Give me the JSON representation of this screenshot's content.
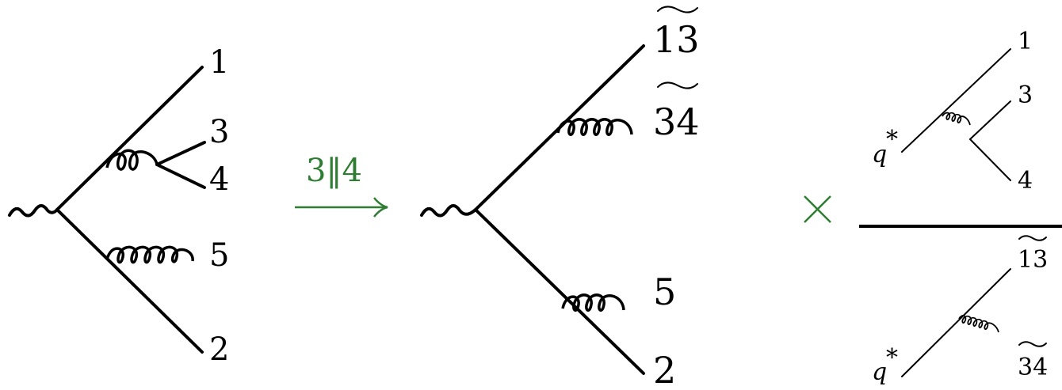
{
  "left_diagram": {
    "labels": [
      "1",
      "3",
      "4",
      "5",
      "2"
    ]
  },
  "arrow": {
    "label": "3‖4",
    "color": "#2e7d32"
  },
  "middle_diagram": {
    "labels": [
      "13",
      "34",
      "5",
      "2"
    ],
    "tilde_labels": [
      "13",
      "34"
    ]
  },
  "times_symbol": "×",
  "right_fraction": {
    "numerator": {
      "virtual": "q",
      "superscript": "*",
      "labels": [
        "1",
        "3",
        "4"
      ]
    },
    "denominator": {
      "virtual": "q",
      "superscript": "*",
      "labels": [
        "13",
        "34"
      ]
    }
  }
}
